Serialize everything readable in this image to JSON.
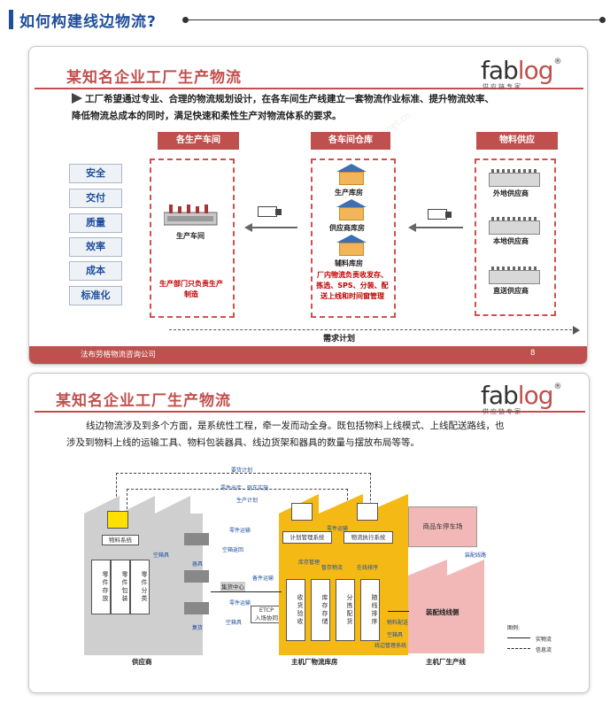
{
  "header": {
    "title": "如何构建线边物流?"
  },
  "slide1": {
    "title": "某知名企业工厂生产物流",
    "logo": {
      "word_a": "fab",
      "word_b": "log",
      "reg": "®",
      "sub": "供应链专家"
    },
    "intro_line1": "工厂希望通过专业、合理的物流规划设计，在各车间生产线建立一套物流作业标准、提升物流效率、",
    "intro_line2": "降低物流总成本的同时，满足快速和柔性生产对物流体系的要求。",
    "sections": [
      "各生产车间",
      "各车间仓库",
      "物料供应"
    ],
    "categories": [
      "安全",
      "交付",
      "质量",
      "效率",
      "成本",
      "标准化"
    ],
    "workshop_label": "生产车间",
    "workshop_note": "生产部门只负责生产制造",
    "warehouses": [
      "生产库房",
      "供应商库房",
      "辅料库房"
    ],
    "warehouse_note": "厂内物流负责收发存、拣选、SPS、分装、配送上线和时间窗管理",
    "suppliers": [
      "外地供应商",
      "本地供应商",
      "直送供应商"
    ],
    "demand_label": "需求计划",
    "footer_company": "法布劳格物流咨询公司",
    "page_number": "8"
  },
  "slide2": {
    "title": "某知名企业工厂生产物流",
    "logo": {
      "word_a": "fab",
      "word_b": "log",
      "reg": "®",
      "sub": "供应链专家"
    },
    "intro_line1": "线边物流涉及到多个方面，是系统性工程，牵一发而动全身。既包括物料上线模式、上线配送路线，也",
    "intro_line2": "涉及到物料上线的运输工具、物料包装器具、线边货架和器具的数量与摆放布局等等。",
    "top_labels": [
      "要货计划",
      "零件出库、驱车实施",
      "生产计划"
    ],
    "supplier_label": "供应商",
    "warehouse_label": "主机厂物流库房",
    "line_label": "主机厂生产线",
    "supplier_cols": [
      "零件存放",
      "零件包装",
      "零件分类"
    ],
    "warehouse_cols": [
      "收货验收",
      "库存存储",
      "分拣配货",
      "随线排序"
    ],
    "boxes": {
      "supplier_sys": "物料系统",
      "plan_sys": "计划管理系统",
      "exec_sys": "物流执行系统",
      "parking": "商品车停车场",
      "assembly": "装配线线侧",
      "hub": "集货中心",
      "etcp": "ETCP\n入场协同"
    },
    "flow_tags": [
      "零件运输",
      "空箱返回",
      "零件运输",
      "空箱具",
      "空箱具",
      "器具",
      "集货",
      "零件运输",
      "库存管理",
      "暂存物流",
      "在线排序",
      "物料配送",
      "空箱具",
      "装配线路",
      "备件运输",
      "线边管理系统"
    ],
    "legend": {
      "title": "图例:",
      "real": "实物流",
      "info": "信息流"
    }
  }
}
